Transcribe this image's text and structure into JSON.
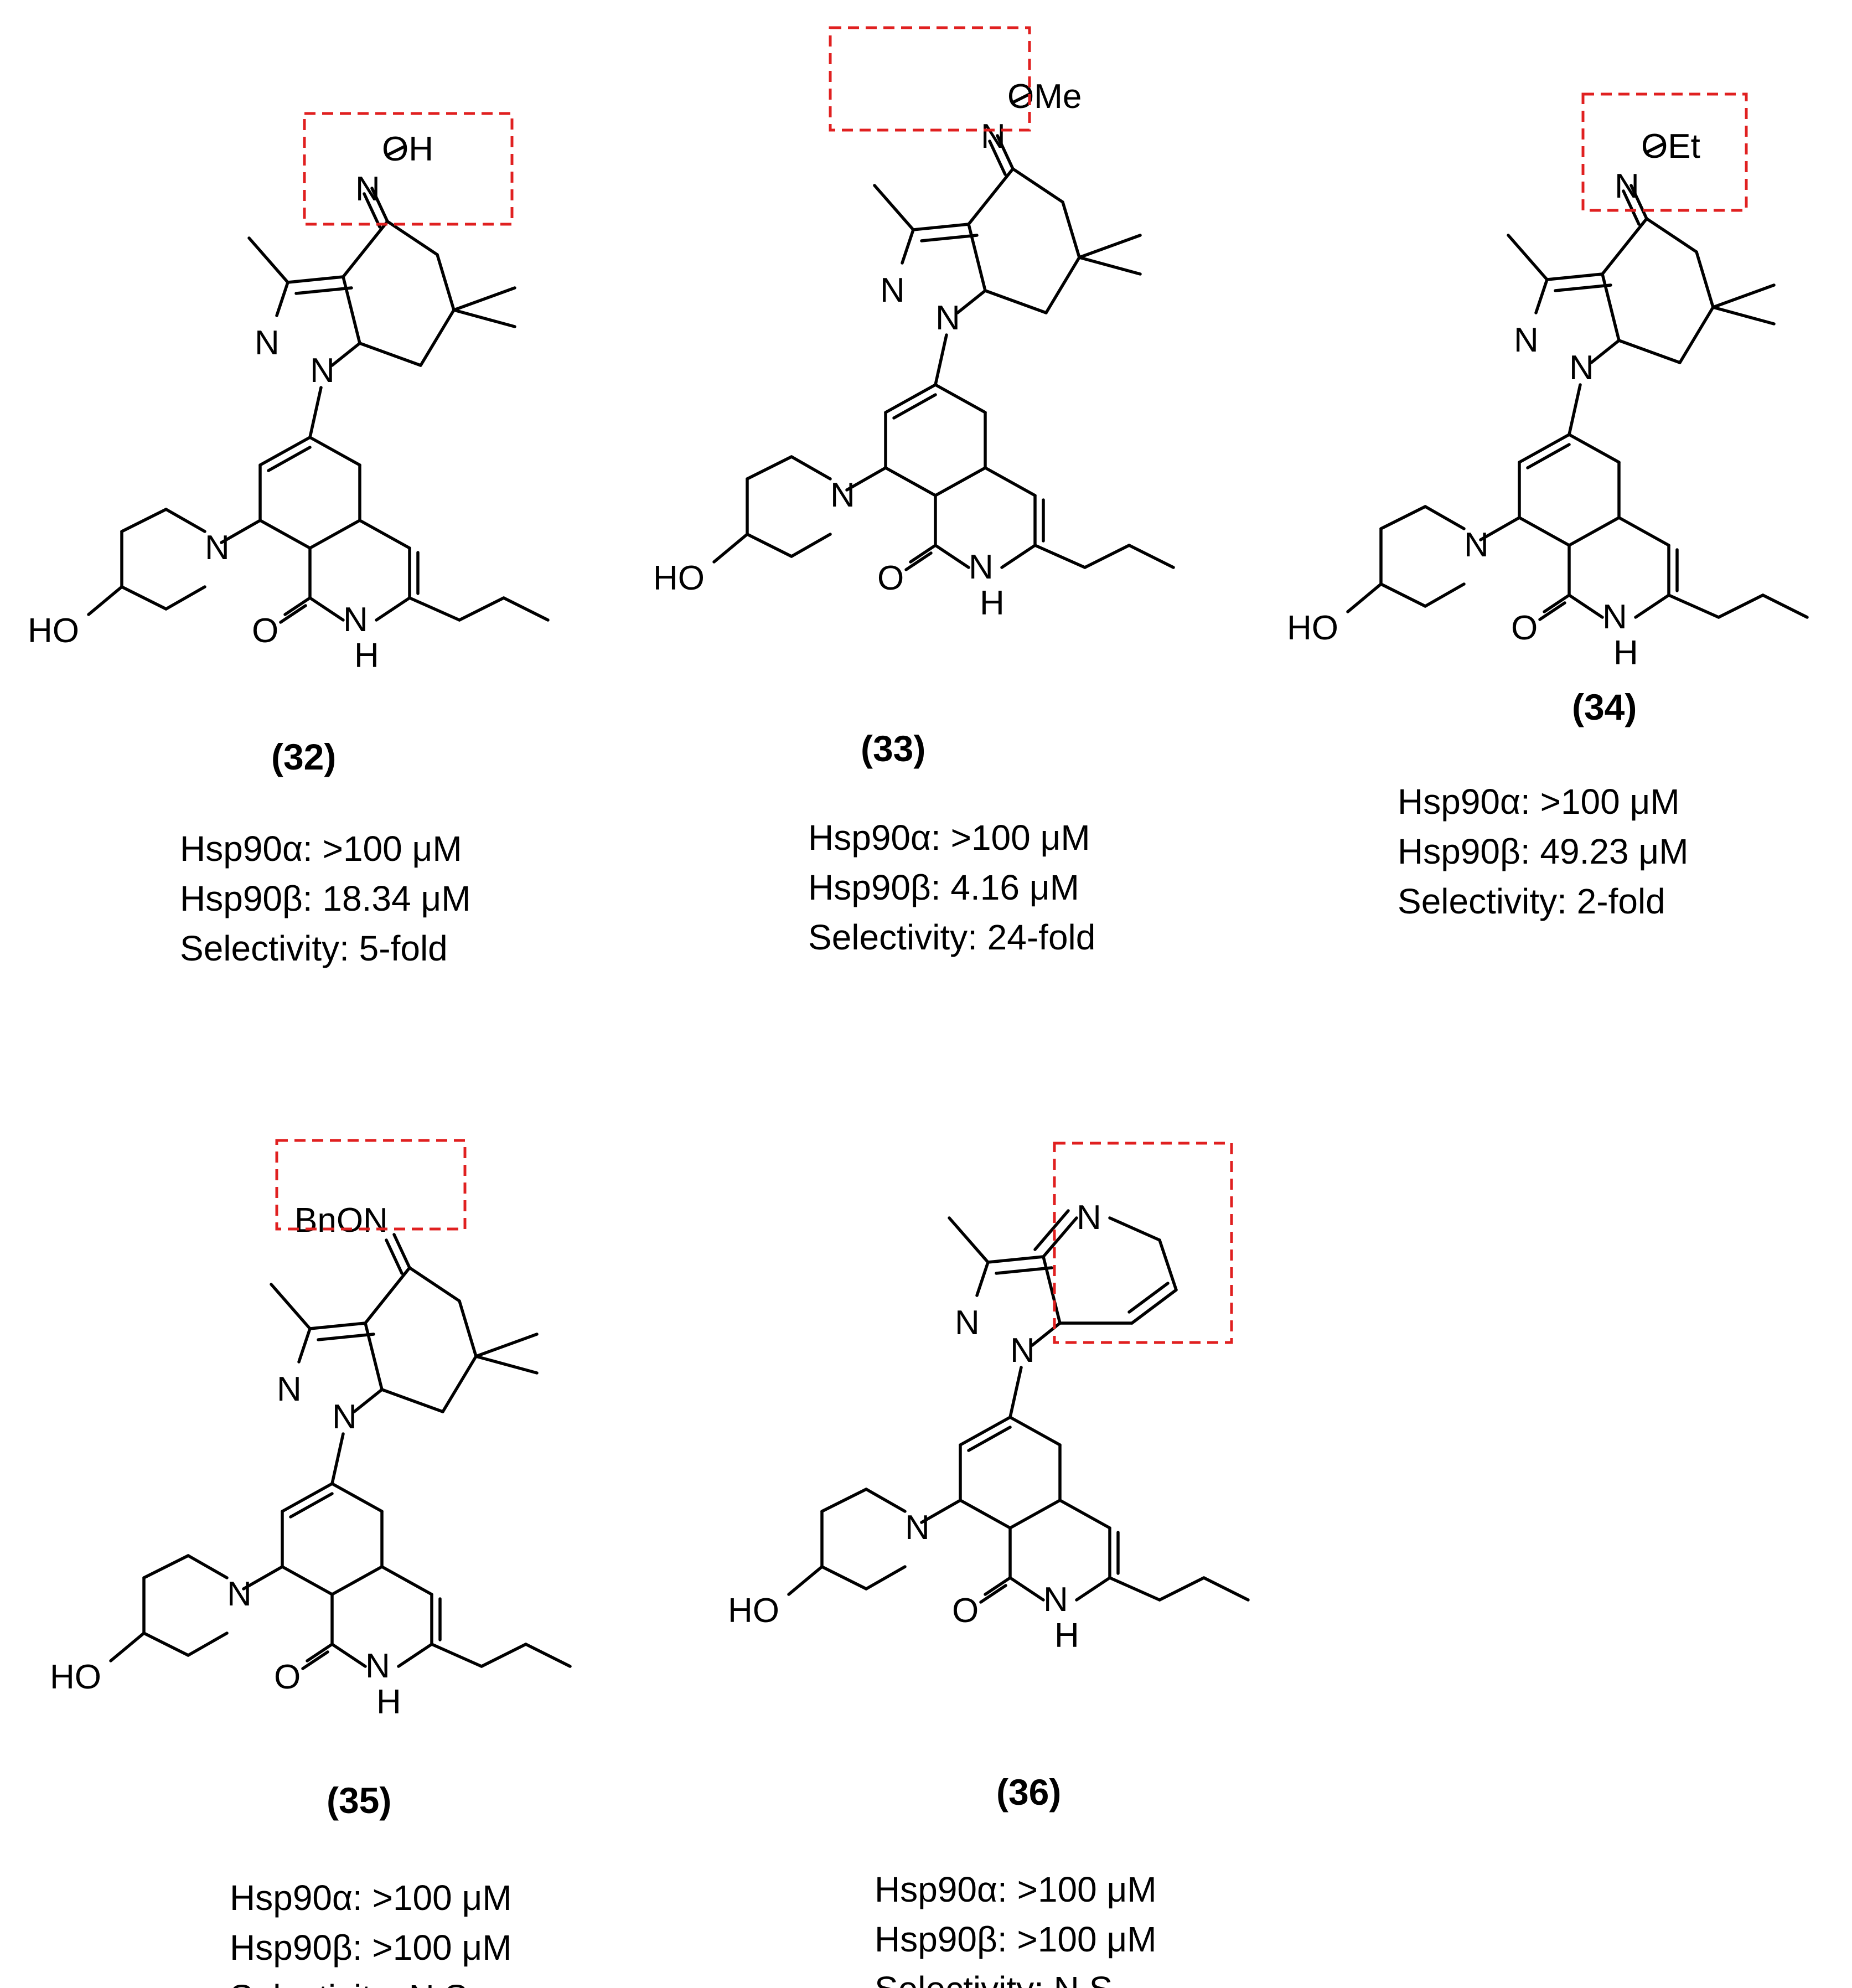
{
  "atoms": {
    "methoxy_oxime": "N",
    "hydroxyl": "HO",
    "carbonyl_o": "O",
    "amide_n": "N",
    "amide_h": "H",
    "pyrazole_n": "N",
    "piperidine_n": "N",
    "pyridine_n": "N"
  },
  "compounds": [
    {
      "label": "(32)",
      "substituent": "OH",
      "hsp90a": "Hsp90α: >100 μM",
      "hsp90b": "Hsp90β: 18.34 μM",
      "selectivity": "Selectivity: 5-fold"
    },
    {
      "label": "(33)",
      "substituent": "OMe",
      "hsp90a": "Hsp90α: >100 μM",
      "hsp90b": "Hsp90β: 4.16 μM",
      "selectivity": "Selectivity: 24-fold"
    },
    {
      "label": "(34)",
      "substituent": "OEt",
      "hsp90a": "Hsp90α: >100  μM",
      "hsp90b": "Hsp90β: 49.23 μM",
      "selectivity": "Selectivity: 2-fold"
    },
    {
      "label": "(35)",
      "substituent": "BnON",
      "hsp90a": "Hsp90α: >100  μM",
      "hsp90b": "Hsp90β: >100  μM",
      "selectivity": "Selectivity: N.S"
    },
    {
      "label": "(36)",
      "substituent": "N",
      "hsp90a": "Hsp90α: >100  μM",
      "hsp90b": "Hsp90β: >100  μM",
      "selectivity": "Selectivity: N.S"
    }
  ],
  "colors": {
    "highlight_box": "#e02020",
    "bond": "#000000"
  }
}
